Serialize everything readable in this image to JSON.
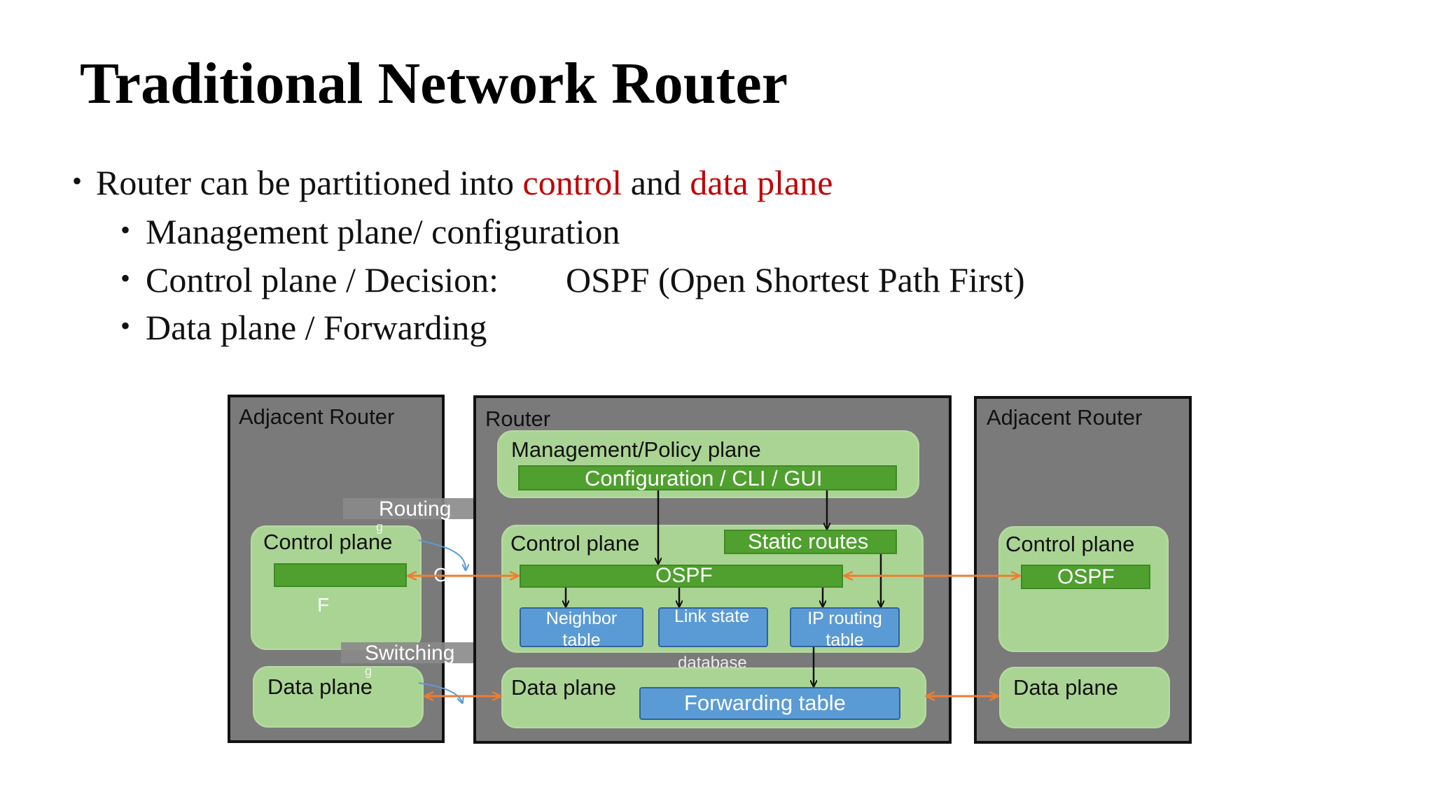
{
  "slide": {
    "title": "Traditional Network Router",
    "bullet1": {
      "pre": "Router can be partitioned into ",
      "red1": "control",
      "mid": " and ",
      "red2": "data plane"
    },
    "sub1": "Management plane/ configuration",
    "sub2a": "Control plane / Decision:",
    "sub2b": "OSPF (Open Shortest Path First)",
    "sub3": "Data plane / Forwarding"
  },
  "diagram": {
    "left": {
      "title": "Adjacent Router",
      "control": "Control plane",
      "data": "Data plane",
      "frag_f": "F",
      "frag_o": "O",
      "routing": "Routing",
      "routing_frag": "g",
      "switching": "Switching",
      "switching_frag": "g"
    },
    "center": {
      "title": "Router",
      "mgmt": "Management/Policy plane",
      "config": "Configuration / CLI / GUI",
      "control": "Control plane",
      "static": "Static routes",
      "ospf": "OSPF",
      "neighbor": "Neighbor table",
      "linkstate": "Link state",
      "linkstate_frag": "database",
      "iprouting": "IP routing table",
      "data": "Data plane",
      "fwd": "Forwarding table"
    },
    "right": {
      "title": "Adjacent Router",
      "control": "Control plane",
      "ospf": "OSPF",
      "data": "Data plane"
    },
    "colors": {
      "gray": "#7a7a7a",
      "light_green": "#aad493",
      "dark_green": "#4fa02f",
      "blue": "#5b9bd5",
      "arrow_orange": "#ed7d31",
      "arrow_blue": "#5b9bd5",
      "red_text": "#c00000"
    }
  }
}
